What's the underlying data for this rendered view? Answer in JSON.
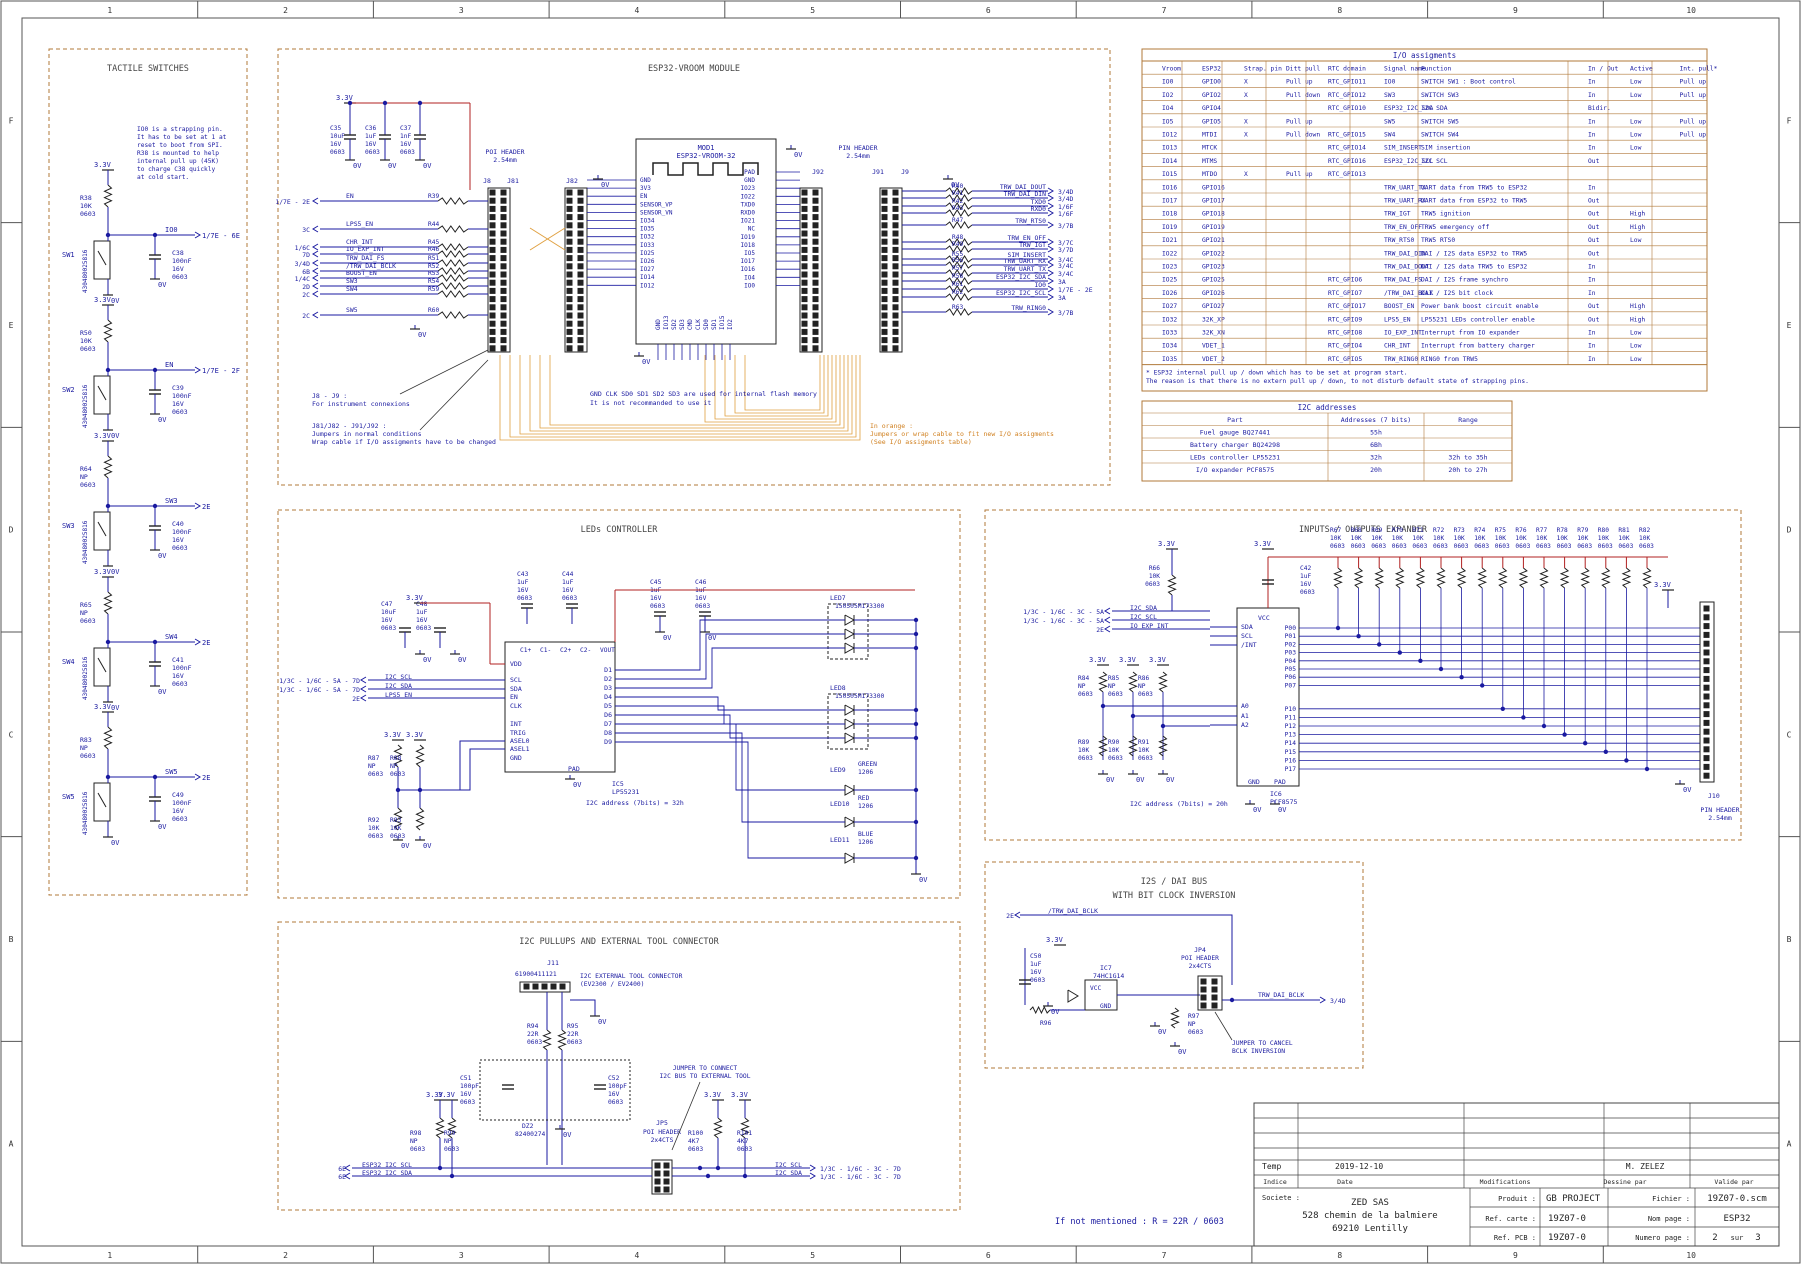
{
  "colors": {
    "frame": "#555555",
    "section_border": "#b0793a",
    "wire": "#1a1aa0",
    "net_label": "#1a1aa0",
    "component": "#222222",
    "ref_text": "#1a1aa0",
    "wrap_wire": "#e0a040",
    "power_wire": "#b02020",
    "table_border": "#b0793a"
  },
  "frame": {
    "columns": [
      "1",
      "2",
      "3",
      "4",
      "5",
      "6",
      "7",
      "8",
      "9",
      "10"
    ],
    "rows": [
      "F",
      "E",
      "D",
      "C",
      "B",
      "A"
    ]
  },
  "sections": {
    "tactile": {
      "title": "TACTILE SWITCHES"
    },
    "esp32": {
      "title": "ESP32-VROOM MODULE"
    },
    "leds": {
      "title": "LEDs CONTROLLER"
    },
    "expander": {
      "title": "INPUTS / OUTPUTS EXPANDER"
    },
    "i2c": {
      "title": "I2C PULLUPS AND EXTERNAL TOOL CONNECTOR"
    },
    "i2s": {
      "title": "I2S / DAI BUS",
      "subtitle": "WITH BIT CLOCK INVERSION"
    }
  },
  "tactile": {
    "note": [
      "IO0 is a strapping pin.",
      "It has to be set at 1 at",
      "reset to boot from SPI.",
      "R38 is mounted to help",
      "internal pull up (45K)",
      "to charge C38 quickly",
      "at cold start."
    ],
    "switches": [
      {
        "ref": "SW1",
        "part": "430480025816",
        "rref": "R38",
        "rval": "10K",
        "rpkg": "0603",
        "cref": "C38",
        "cval": "100nF",
        "cv": "16V",
        "cpkg": "0603",
        "net": "IO0",
        "dest": "1/7E - 6E"
      },
      {
        "ref": "SW2",
        "part": "430480025816",
        "rref": "R50",
        "rval": "10K",
        "rpkg": "0603",
        "cref": "C39",
        "cval": "100nF",
        "cv": "16V",
        "cpkg": "0603",
        "net": "EN",
        "dest": "1/7E - 2F"
      },
      {
        "ref": "SW3",
        "part": "430480025816",
        "rref": "R64",
        "rval": "NP",
        "rpkg": "0603",
        "cref": "C40",
        "cval": "100nF",
        "cv": "16V",
        "cpkg": "0603",
        "net": "SW3",
        "dest": "2E"
      },
      {
        "ref": "SW4",
        "part": "430480025816",
        "rref": "R65",
        "rval": "NP",
        "rpkg": "0603",
        "cref": "C41",
        "cval": "100nF",
        "cv": "16V",
        "cpkg": "0603",
        "net": "SW4",
        "dest": "2E"
      },
      {
        "ref": "SW5",
        "part": "430480025816",
        "rref": "R83",
        "rval": "NP",
        "rpkg": "0603",
        "cref": "C49",
        "cval": "100nF",
        "cv": "16V",
        "cpkg": "0603",
        "net": "SW5",
        "dest": "2E"
      }
    ],
    "rail": "3.3V",
    "gnd": "0V"
  },
  "esp32": {
    "module_ref": "MOD1",
    "module_part": "ESP32-VROOM-32",
    "caps": [
      {
        "ref": "C35",
        "val": "10uF",
        "v": "16V",
        "pkg": "0603"
      },
      {
        "ref": "C36",
        "val": "1uF",
        "v": "16V",
        "pkg": "0603"
      },
      {
        "ref": "C37",
        "val": "1nF",
        "v": "16V",
        "pkg": "0603"
      }
    ],
    "rail": "3.3V",
    "gnd": "0V",
    "poi_left": [
      "POI HEADER",
      "2.54mm"
    ],
    "poi_right": [
      "PIN HEADER",
      "2.54mm"
    ],
    "conn_labels": [
      "J8",
      "J81",
      "J82",
      "J91",
      "J92",
      "J9"
    ],
    "left_pins": [
      "GND",
      "3V3",
      "EN",
      "SENSOR_VP",
      "SENSOR_VN",
      "IO34",
      "IO35",
      "IO32",
      "IO33",
      "IO25",
      "IO26",
      "IO27",
      "IO14",
      "IO12"
    ],
    "right_pins": [
      "PAD",
      "GND",
      "IO23",
      "IO22",
      "TXD0",
      "RXD0",
      "IO21",
      "NC",
      "IO19",
      "IO18",
      "IO5",
      "IO17",
      "IO16",
      "IO4",
      "IO0"
    ],
    "bottom_pins": [
      "GND",
      "IO13",
      "SD2",
      "SD3",
      "CMD",
      "CLK",
      "SD0",
      "SD1",
      "IO15",
      "IO2"
    ],
    "left_nets": [
      {
        "ref": "R39",
        "net": "EN",
        "dest": "1/7E - 2E"
      },
      {
        "ref": "R44",
        "net": "LPS5_EN",
        "dest": "3C"
      },
      {
        "ref": "R45",
        "net": "CHR_INT",
        "dest": "1/6C"
      },
      {
        "ref": "R46",
        "net": "IO_EXP_INT",
        "dest": "7D"
      },
      {
        "ref": "R51",
        "net": "TRW_DAI_FS",
        "dest": "3/4D"
      },
      {
        "ref": "R52",
        "net": "/TRW_DAI_BCLK",
        "dest": "6B"
      },
      {
        "ref": "R53",
        "net": "BOOST_EN",
        "dest": "1/4C"
      },
      {
        "ref": "R54",
        "net": "SW3",
        "dest": "2D"
      },
      {
        "ref": "R59",
        "net": "SW4",
        "dest": "2C"
      },
      {
        "ref": "R60",
        "net": "SW5",
        "dest": "2C"
      }
    ],
    "right_nets": [
      {
        "ref": "R40",
        "net": "TRW_DAI_DOUT",
        "dest": "3/4D"
      },
      {
        "ref": "R41",
        "net": "TRW_DAI_DIN",
        "dest": "3/4D"
      },
      {
        "ref": "R42",
        "net": "TXD0",
        "dest": "1/6F"
      },
      {
        "ref": "R43",
        "net": "RXD0",
        "dest": "1/6F"
      },
      {
        "ref": "R47",
        "net": "TRW_RTS0",
        "dest": "3/7B"
      },
      {
        "ref": "R48",
        "net": "TRW_EN_OFF",
        "dest": "3/7C"
      },
      {
        "ref": "R49",
        "net": "TRW_IGT",
        "dest": "3/7D"
      },
      {
        "ref": "R55",
        "net": "SIM_INSERT",
        "dest": "3/4C"
      },
      {
        "ref": "R56",
        "net": "TRW_UART_RX",
        "dest": "3/4C"
      },
      {
        "ref": "R57",
        "net": "TRW_UART_TX",
        "dest": "3/4C"
      },
      {
        "ref": "R58",
        "net": "ESP32_I2C_SDA",
        "dest": "3A"
      },
      {
        "ref": "R61",
        "net": "IO0",
        "dest": "1/7E - 2E"
      },
      {
        "ref": "R62",
        "net": "ESP32_I2C_SCL",
        "dest": "3A"
      },
      {
        "ref": "R63",
        "net": "TRW_RING0",
        "dest": "3/7B"
      }
    ],
    "notes": {
      "j8": [
        "J8 - J9 :",
        "For instrument connexions"
      ],
      "j81": [
        "J81/J82 - J91/J92 :",
        "Jumpers in normal conditions",
        "Wrap cable if I/O assigments have to be changed"
      ],
      "flash": [
        "GND CLK SD0 SD1 SD2 SD3 are used for internal flash memory",
        "It is not recommanded to use it"
      ],
      "orange": [
        "In orange :",
        "Jumpers or wrap cable to fit new I/O assigments",
        "(See I/O assigments table)"
      ]
    }
  },
  "io_table": {
    "title": "I/O assigments",
    "headers": [
      "Vroom",
      "ESP32",
      "Strap. pin",
      "Ditt pull",
      "RTC domain",
      "Signal name",
      "Function",
      "In / Out",
      "Active",
      "Int. pull*"
    ],
    "rows": [
      [
        "IO0",
        "GPIO0",
        "X",
        "Pull up",
        "RTC_GPIO11",
        "IO0",
        "SWITCH SW1 : Boot control",
        "In",
        "Low",
        "Pull up"
      ],
      [
        "IO2",
        "GPIO2",
        "X",
        "Pull down",
        "RTC_GPIO12",
        "SW3",
        "SWITCH SW3",
        "In",
        "Low",
        "Pull up"
      ],
      [
        "IO4",
        "GPIO4",
        "",
        "",
        "RTC_GPIO10",
        "ESP32_I2C_SDA",
        "I2C SDA",
        "Bidir.",
        "",
        ""
      ],
      [
        "IO5",
        "GPIO5",
        "X",
        "Pull up",
        "",
        "SW5",
        "SWITCH SW5",
        "In",
        "Low",
        "Pull up"
      ],
      [
        "IO12",
        "MTDI",
        "X",
        "Pull down",
        "RTC_GPIO15",
        "SW4",
        "SWITCH SW4",
        "In",
        "Low",
        "Pull up"
      ],
      [
        "IO13",
        "MTCK",
        "",
        "",
        "RTC_GPIO14",
        "SIM_INSERT",
        "SIM insertion",
        "In",
        "Low",
        ""
      ],
      [
        "IO14",
        "MTMS",
        "",
        "",
        "RTC_GPIO16",
        "ESP32_I2C_SCL",
        "I2C SCL",
        "Out",
        "",
        ""
      ],
      [
        "IO15",
        "MTDO",
        "X",
        "Pull up",
        "RTC_GPIO13",
        "",
        "",
        "",
        "",
        ""
      ],
      [
        "IO16",
        "GPIO16",
        "",
        "",
        "",
        "TRW_UART_TX",
        "UART data from TRW5 to ESP32",
        "In",
        "",
        ""
      ],
      [
        "IO17",
        "GPIO17",
        "",
        "",
        "",
        "TRW_UART_RX",
        "UART data from ESP32 to TRW5",
        "Out",
        "",
        ""
      ],
      [
        "IO18",
        "GPIO18",
        "",
        "",
        "",
        "TRW_IGT",
        "TRW5 ignition",
        "Out",
        "High",
        ""
      ],
      [
        "IO19",
        "GPIO19",
        "",
        "",
        "",
        "TRW_EN_OFF",
        "TRW5 emergency off",
        "Out",
        "High",
        ""
      ],
      [
        "IO21",
        "GPIO21",
        "",
        "",
        "",
        "TRW_RTS0",
        "TRW5 RTS0",
        "Out",
        "Low",
        ""
      ],
      [
        "IO22",
        "GPIO22",
        "",
        "",
        "",
        "TRW_DAI_DIN",
        "DAI / I2S data ESP32 to TRW5",
        "Out",
        "",
        ""
      ],
      [
        "IO23",
        "GPIO23",
        "",
        "",
        "",
        "TRW_DAI_DOUT",
        "DAI / I2S data TRW5 to ESP32",
        "In",
        "",
        ""
      ],
      [
        "IO25",
        "GPIO25",
        "",
        "",
        "RTC_GPIO6",
        "TRW_DAI_FS",
        "DAI / I2S frame synchro",
        "In",
        "",
        ""
      ],
      [
        "IO26",
        "GPIO26",
        "",
        "",
        "RTC_GPIO7",
        "/TRW_DAI_BCLK",
        "DAI / I2S bit clock",
        "In",
        "",
        ""
      ],
      [
        "IO27",
        "GPIO27",
        "",
        "",
        "RTC_GPIO17",
        "BOOST_EN",
        "Power bank boost circuit enable",
        "Out",
        "High",
        ""
      ],
      [
        "IO32",
        "32K_XP",
        "",
        "",
        "RTC_GPIO9",
        "LPS5_EN",
        "LP55231 LEDs controller enable",
        "Out",
        "High",
        ""
      ],
      [
        "IO33",
        "32K_XN",
        "",
        "",
        "RTC_GPIO8",
        "IO_EXP_INT",
        "Interrupt from IO expander",
        "In",
        "Low",
        ""
      ],
      [
        "IO34",
        "VDET_1",
        "",
        "",
        "RTC_GPIO4",
        "CHR_INT",
        "Interrupt from battery charger",
        "In",
        "Low",
        ""
      ],
      [
        "IO35",
        "VDET_2",
        "",
        "",
        "RTC_GPIO5",
        "TRW_RING0",
        "RING0 from TRW5",
        "In",
        "Low",
        ""
      ]
    ],
    "footnote": [
      "* ESP32 internal pull up / down which has to be set at program start.",
      "The reason is that there is no extern pull up / down, to not disturb default state of strapping pins."
    ]
  },
  "i2c_table": {
    "title": "I2C addresses",
    "headers": [
      "Part",
      "Addresses (7 bits)",
      "Range"
    ],
    "rows": [
      [
        "Fuel gauge BQ27441",
        "55h",
        ""
      ],
      [
        "Battery charger BQ24298",
        "6Bh",
        ""
      ],
      [
        "LEDs controller LP55231",
        "32h",
        "32h to 35h"
      ],
      [
        "I/O expander PCF8575",
        "20h",
        "20h to 27h"
      ]
    ]
  },
  "leds": {
    "ic_ref": "IC5",
    "ic_part": "LP55231",
    "addr_note": "I2C address (7bits) = 32h",
    "caps": [
      {
        "ref": "C47",
        "val": "10uF",
        "v": "16V",
        "pkg": "0603"
      },
      {
        "ref": "C48",
        "val": "1uF",
        "v": "16V",
        "pkg": "0603"
      },
      {
        "ref": "C43",
        "val": "1uF",
        "v": "16V",
        "pkg": "0603"
      },
      {
        "ref": "C44",
        "val": "1uF",
        "v": "16V",
        "pkg": "0603"
      },
      {
        "ref": "C45",
        "val": "1uF",
        "v": "16V",
        "pkg": "0603"
      },
      {
        "ref": "C46",
        "val": "1uF",
        "v": "16V",
        "pkg": "0603"
      }
    ],
    "ic_left_pins": [
      "VDD",
      "SCL",
      "SDA",
      "EN",
      "CLK",
      "INT",
      "TRIG",
      "ASEL0",
      "ASEL1",
      "GND"
    ],
    "ic_top_pins": [
      "C1+",
      "C1-",
      "C2+",
      "C2-",
      "VOUT"
    ],
    "ic_right_pins": [
      "D1",
      "D2",
      "D3",
      "D4",
      "D5",
      "D6",
      "D7",
      "D8",
      "D9"
    ],
    "pad": "PAD",
    "inputs": [
      {
        "net": "I2C_SCL",
        "dest": "1/3C - 1/6C - 5A - 7D"
      },
      {
        "net": "I2C_SDA",
        "dest": "1/3C - 1/6C - 5A - 7D"
      },
      {
        "net": "LPS5_EN",
        "dest": "2E"
      }
    ],
    "resistors": [
      {
        "ref": "R87",
        "val": "NP",
        "pkg": "0603"
      },
      {
        "ref": "R88",
        "val": "NP",
        "pkg": "0603"
      },
      {
        "ref": "R92",
        "val": "10K",
        "pkg": "0603"
      },
      {
        "ref": "R93",
        "val": "10K",
        "pkg": "0603"
      }
    ],
    "diodes": [
      {
        "ref": "LED7",
        "part": "150505M173300"
      },
      {
        "ref": "LED8",
        "part": "150505M173300"
      },
      {
        "ref": "LED9",
        "part": "GREEN",
        "pkg": "1206"
      },
      {
        "ref": "LED10",
        "part": "RED",
        "pkg": "1206"
      },
      {
        "ref": "LED11",
        "part": "BLUE",
        "pkg": "1206"
      }
    ],
    "rail": "3.3V",
    "gnd": "0V"
  },
  "expander": {
    "ic_ref": "IC6",
    "ic_part": "PCF8575",
    "addr_note": "I2C address (7bits) = 20h",
    "inputs": [
      {
        "net": "I2C_SDA",
        "dest": "1/3C - 1/6C - 3C - 5A"
      },
      {
        "net": "I2C_SCL",
        "dest": "1/3C - 1/6C - 3C - 5A"
      },
      {
        "net": "IO_EXP_INT",
        "dest": "2E"
      }
    ],
    "ic_left_pins": [
      "SDA",
      "SCL",
      "/INT",
      "A0",
      "A1",
      "A2"
    ],
    "ic_right_pins": [
      "P00",
      "P01",
      "P02",
      "P03",
      "P04",
      "P05",
      "P06",
      "P07",
      "P10",
      "P11",
      "P12",
      "P13",
      "P14",
      "P15",
      "P16",
      "P17"
    ],
    "pullups": [
      "R67",
      "R68",
      "R69",
      "R70",
      "R71",
      "R72",
      "R73",
      "R74",
      "R75",
      "R76",
      "R77",
      "R78",
      "R79",
      "R80",
      "R81",
      "R82"
    ],
    "pullup_val": "10K",
    "pullup_pkg": "0603",
    "misc": [
      {
        "ref": "R66",
        "val": "10K",
        "pkg": "0603"
      },
      {
        "ref": "C42",
        "val": "1uF",
        "v": "16V",
        "pkg": "0603"
      },
      {
        "ref": "R84",
        "val": "NP",
        "pkg": "0603"
      },
      {
        "ref": "R85",
        "val": "NP",
        "pkg": "0603"
      },
      {
        "ref": "R86",
        "val": "NP",
        "pkg": "0603"
      },
      {
        "ref": "R89",
        "val": "10K",
        "pkg": "0603"
      },
      {
        "ref": "R90",
        "val": "10K",
        "pkg": "0603"
      },
      {
        "ref": "R91",
        "val": "10K",
        "pkg": "0603"
      }
    ],
    "connector": {
      "ref": "J10",
      "label": [
        "PIN HEADER",
        "2.54mm"
      ]
    },
    "rail": "3.3V",
    "gnd": "0V"
  },
  "i2c": {
    "connector": {
      "ref": "J11",
      "part": "61900411121",
      "label": [
        "I2C EXTERNAL TOOL CONNECTOR",
        "(EV2300 / EV2400)"
      ]
    },
    "resistors": [
      {
        "ref": "R94",
        "val": "22R",
        "pkg": "0603"
      },
      {
        "ref": "R95",
        "val": "22R",
        "pkg": "0603"
      },
      {
        "ref": "R98",
        "val": "NP",
        "pkg": "0603"
      },
      {
        "ref": "R99",
        "val": "NP",
        "pkg": "0603"
      },
      {
        "ref": "R100",
        "val": "4K7",
        "pkg": "0603"
      },
      {
        "ref": "R101",
        "val": "4K7",
        "pkg": "0603"
      }
    ],
    "caps": [
      {
        "ref": "C51",
        "val": "100pF",
        "v": "16V",
        "pkg": "0603"
      },
      {
        "ref": "C52",
        "val": "100pF",
        "v": "16V",
        "pkg": "0603"
      }
    ],
    "diode": {
      "ref": "DZ2",
      "part": "82400274"
    },
    "jumper": {
      "ref": "JP5",
      "label": [
        "POI HEADER",
        "2x4CTS"
      ]
    },
    "jumper_note": [
      "JUMPER TO CONNECT",
      "I2C BUS TO EXTERNAL TOOL"
    ],
    "left": [
      {
        "net": "ESP32_I2C_SCL",
        "dest": "6E"
      },
      {
        "net": "ESP32_I2C_SDA",
        "dest": "6E"
      }
    ],
    "right": [
      {
        "net": "I2C_SCL",
        "dest": "1/3C - 1/6C - 3C - 7D"
      },
      {
        "net": "I2C_SDA",
        "dest": "1/3C - 1/6C - 3C - 7D"
      }
    ],
    "rail": "3.3V",
    "gnd": "0V"
  },
  "i2s": {
    "in_net": "/TRW_DAI_BCLK",
    "in_dest": "2E",
    "out_net": "TRW_DAI_BCLK",
    "out_dest": "3/4D",
    "ic_ref": "IC7",
    "ic_part": "74HC1G14",
    "cap": {
      "ref": "C50",
      "val": "1uF",
      "v": "16V",
      "pkg": "0603"
    },
    "r96": "R96",
    "r97": {
      "ref": "R97",
      "val": "NP",
      "pkg": "0603"
    },
    "jumper": {
      "ref": "JP4",
      "label": [
        "POI HEADER",
        "2x4CTS"
      ]
    },
    "jumper_note": [
      "JUMPER TO CANCEL",
      "BCLK INVERSION"
    ],
    "rail": "3.3V",
    "gnd": "0V"
  },
  "title_block": {
    "temp_label": "Temp",
    "date": "2019-12-10",
    "author": "M. ZELEZ",
    "col_index": "Indice",
    "col_date": "Date",
    "col_mod": "Modifications",
    "col_drawn": "Dessine par",
    "col_valid": "Valide par",
    "company_label": "Societe :",
    "company": [
      "ZED SAS",
      "528 chemin de la balmiere",
      "69210 Lentilly"
    ],
    "product_label": "Produit :",
    "product": "GB PROJECT",
    "ref_card_label": "Ref. carte :",
    "ref_card": "19Z07-0",
    "ref_pcb_label": "Ref. PCB :",
    "ref_pcb": "19Z07-0",
    "file_label": "Fichier :",
    "file": "19Z07-0.scm",
    "page_name_label": "Nom page :",
    "page_name": "ESP32",
    "page_num_label": "Numero page :",
    "page_num": "2",
    "page_sep": "sur",
    "page_total": "3",
    "default_note": "If not mentioned : R = 22R / 0603"
  }
}
